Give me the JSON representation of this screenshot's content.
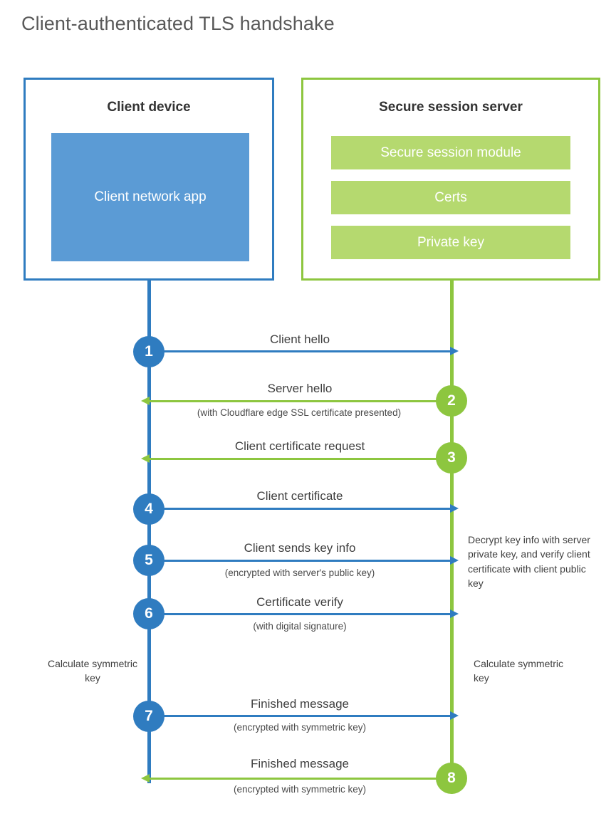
{
  "title": "Client-authenticated TLS handshake",
  "colors": {
    "blue_line": "#2f7cc0",
    "green_line": "#8dc63f",
    "blue_fill": "#5b9bd5",
    "green_fill": "#b5d96f",
    "text": "#3f3f3f",
    "title_text": "#595959"
  },
  "client": {
    "title": "Client device",
    "app_label": "Client network app"
  },
  "server": {
    "title": "Secure session server",
    "items": [
      {
        "label": "Secure session module"
      },
      {
        "label": "Certs"
      },
      {
        "label": "Private key"
      }
    ]
  },
  "steps": [
    {
      "number": "1",
      "actor": "client",
      "direction": "right",
      "label": "Client hello",
      "sub": ""
    },
    {
      "number": "2",
      "actor": "server",
      "direction": "left",
      "label": "Server hello",
      "sub": "(with Cloudflare edge SSL certificate presented)"
    },
    {
      "number": "3",
      "actor": "server",
      "direction": "left",
      "label": "Client certificate request",
      "sub": ""
    },
    {
      "number": "4",
      "actor": "client",
      "direction": "right",
      "label": "Client certificate",
      "sub": ""
    },
    {
      "number": "5",
      "actor": "client",
      "direction": "right",
      "label": "Client sends key info",
      "sub": "(encrypted with server's public key)"
    },
    {
      "number": "6",
      "actor": "client",
      "direction": "right",
      "label": "Certificate verify",
      "sub": "(with digital signature)"
    },
    {
      "number": "7",
      "actor": "client",
      "direction": "right",
      "label": "Finished message",
      "sub": "(encrypted with symmetric key)"
    },
    {
      "number": "8",
      "actor": "server",
      "direction": "left",
      "label": "Finished message",
      "sub": "(encrypted with symmetric key)"
    }
  ],
  "notes": {
    "decrypt": "Decrypt key info with server private key, and verify client certificate with client public key",
    "calculate_client": "Calculate symmetric key",
    "calculate_server": "Calculate symmetric key"
  }
}
